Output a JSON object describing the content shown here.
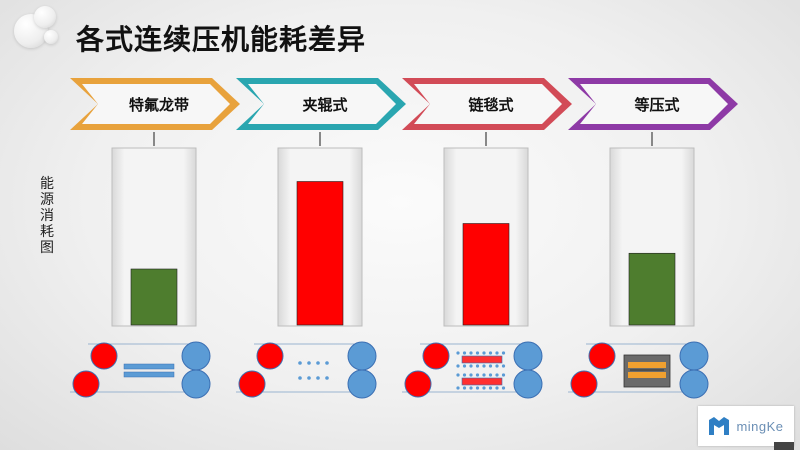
{
  "title": "各式连续压机能耗差异",
  "ylabel": "能源消耗图",
  "logo_text": "mingKe",
  "chart_data": {
    "type": "bar",
    "title": "各式连续压机能耗差异",
    "ylabel": "能源消耗图",
    "categories": [
      "特氟龙带",
      "夹辊式",
      "链毯式",
      "等压式"
    ],
    "values": [
      32,
      82,
      58,
      41
    ],
    "ylim": [
      0,
      100
    ],
    "bar_colors": [
      "#4e7d2e",
      "#ff0000",
      "#ff0000",
      "#4e7d2e"
    ],
    "chevron_colors": [
      "#e8a23c",
      "#2aa6b0",
      "#d24b57",
      "#8e3aa6"
    ]
  }
}
